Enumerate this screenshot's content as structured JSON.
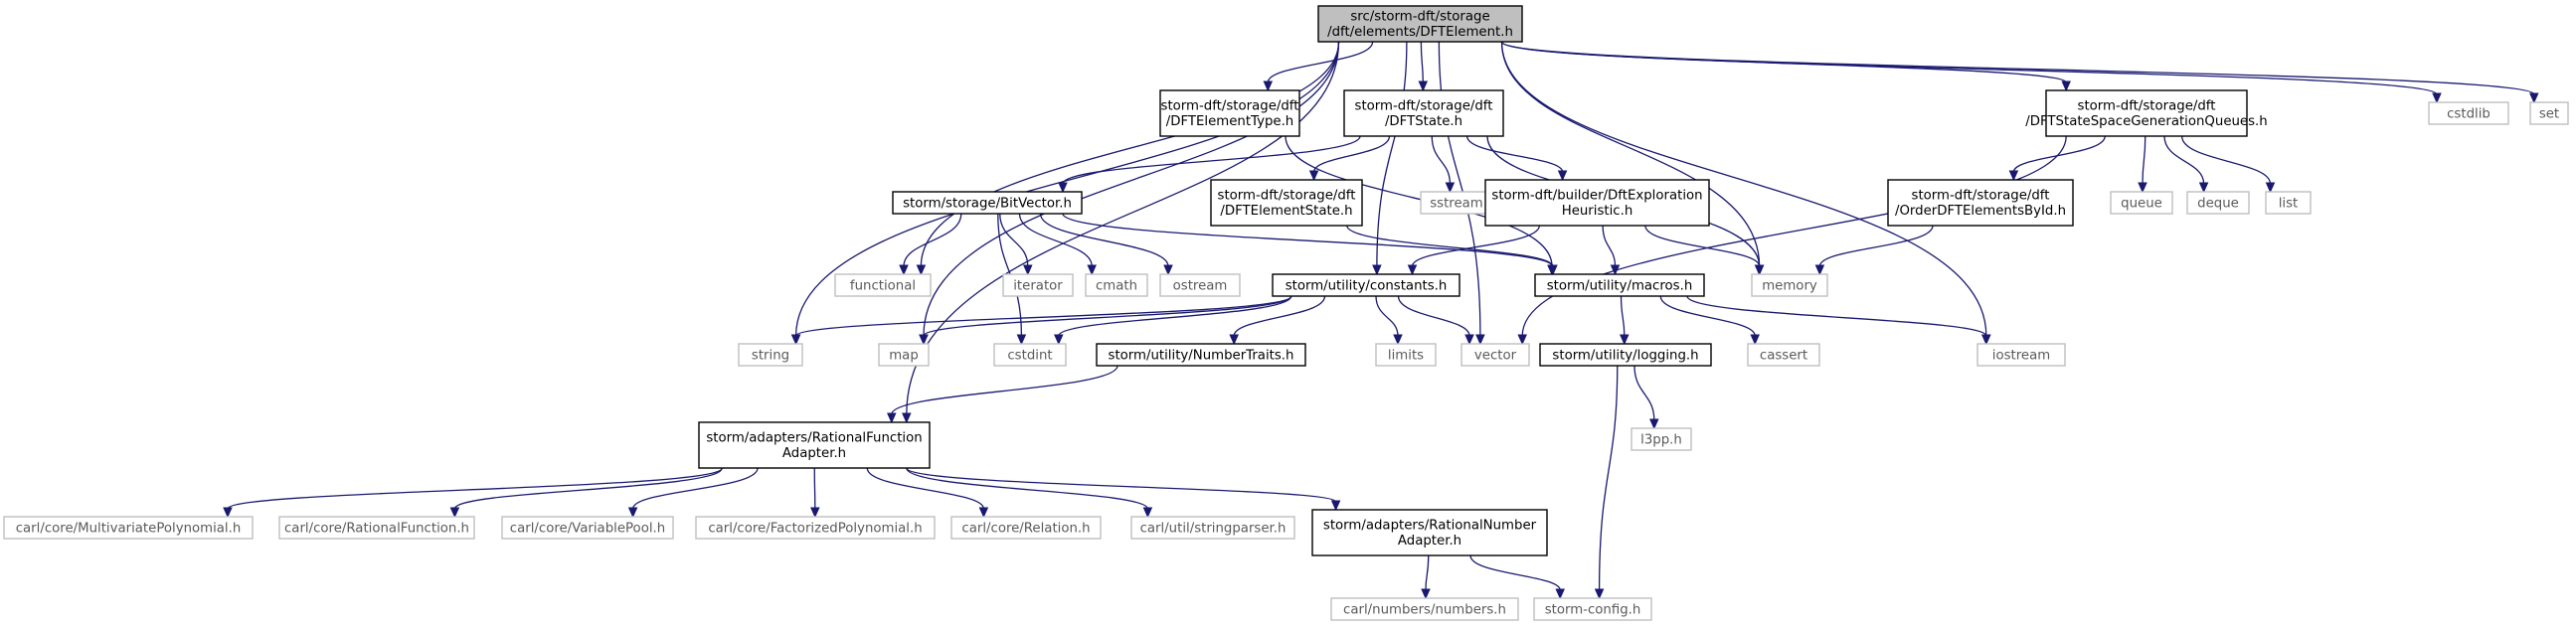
{
  "colors": {
    "edge": "#191970",
    "root_fill": "#bfbfbf",
    "local_border": "#000000",
    "system_border": "#bfbfbf",
    "system_text": "#5a5a5a"
  },
  "nodes": [
    {
      "id": "root",
      "kind": "root",
      "lines": [
        "src/storm-dft/storage",
        "/dft/elements/DFTElement.h"
      ]
    },
    {
      "id": "elementtype",
      "kind": "local",
      "lines": [
        "storm-dft/storage/dft",
        "/DFTElementType.h"
      ]
    },
    {
      "id": "dftstate",
      "kind": "local",
      "lines": [
        "storm-dft/storage/dft",
        "/DFTState.h"
      ]
    },
    {
      "id": "queues",
      "kind": "local",
      "lines": [
        "storm-dft/storage/dft",
        "/DFTStateSpaceGenerationQueues.h"
      ]
    },
    {
      "id": "cstdlib",
      "kind": "system",
      "lines": [
        "cstdlib"
      ]
    },
    {
      "id": "set",
      "kind": "system",
      "lines": [
        "set"
      ]
    },
    {
      "id": "bitvector",
      "kind": "local",
      "lines": [
        "storm/storage/BitVector.h"
      ]
    },
    {
      "id": "elementstate",
      "kind": "local",
      "lines": [
        "storm-dft/storage/dft",
        "/DFTElementState.h"
      ]
    },
    {
      "id": "sstream",
      "kind": "system",
      "lines": [
        "sstream"
      ]
    },
    {
      "id": "heuristic",
      "kind": "local",
      "lines": [
        "storm-dft/builder/DftExploration",
        "Heuristic.h"
      ]
    },
    {
      "id": "orderbyid",
      "kind": "local",
      "lines": [
        "storm-dft/storage/dft",
        "/OrderDFTElementsById.h"
      ]
    },
    {
      "id": "queue",
      "kind": "system",
      "lines": [
        "queue"
      ]
    },
    {
      "id": "deque",
      "kind": "system",
      "lines": [
        "deque"
      ]
    },
    {
      "id": "list",
      "kind": "system",
      "lines": [
        "list"
      ]
    },
    {
      "id": "functional",
      "kind": "system",
      "lines": [
        "functional"
      ]
    },
    {
      "id": "iterator",
      "kind": "system",
      "lines": [
        "iterator"
      ]
    },
    {
      "id": "cmath",
      "kind": "system",
      "lines": [
        "cmath"
      ]
    },
    {
      "id": "ostream",
      "kind": "system",
      "lines": [
        "ostream"
      ]
    },
    {
      "id": "constants",
      "kind": "local",
      "lines": [
        "storm/utility/constants.h"
      ]
    },
    {
      "id": "macros",
      "kind": "local",
      "lines": [
        "storm/utility/macros.h"
      ]
    },
    {
      "id": "memory",
      "kind": "system",
      "lines": [
        "memory"
      ]
    },
    {
      "id": "string",
      "kind": "system",
      "lines": [
        "string"
      ]
    },
    {
      "id": "map",
      "kind": "system",
      "lines": [
        "map"
      ]
    },
    {
      "id": "cstdint",
      "kind": "system",
      "lines": [
        "cstdint"
      ]
    },
    {
      "id": "numbertraits",
      "kind": "local",
      "lines": [
        "storm/utility/NumberTraits.h"
      ]
    },
    {
      "id": "limits",
      "kind": "system",
      "lines": [
        "limits"
      ]
    },
    {
      "id": "vector",
      "kind": "system",
      "lines": [
        "vector"
      ]
    },
    {
      "id": "logging",
      "kind": "local",
      "lines": [
        "storm/utility/logging.h"
      ]
    },
    {
      "id": "cassert",
      "kind": "system",
      "lines": [
        "cassert"
      ]
    },
    {
      "id": "iostream",
      "kind": "system",
      "lines": [
        "iostream"
      ]
    },
    {
      "id": "l3pp",
      "kind": "system",
      "lines": [
        "l3pp.h"
      ]
    },
    {
      "id": "rfadapter",
      "kind": "local",
      "lines": [
        "storm/adapters/RationalFunction",
        "Adapter.h"
      ]
    },
    {
      "id": "multivar",
      "kind": "system",
      "lines": [
        "carl/core/MultivariatePolynomial.h"
      ]
    },
    {
      "id": "ratfunc",
      "kind": "system",
      "lines": [
        "carl/core/RationalFunction.h"
      ]
    },
    {
      "id": "varpool",
      "kind": "system",
      "lines": [
        "carl/core/VariablePool.h"
      ]
    },
    {
      "id": "factpoly",
      "kind": "system",
      "lines": [
        "carl/core/FactorizedPolynomial.h"
      ]
    },
    {
      "id": "relation",
      "kind": "system",
      "lines": [
        "carl/core/Relation.h"
      ]
    },
    {
      "id": "stringparser",
      "kind": "system",
      "lines": [
        "carl/util/stringparser.h"
      ]
    },
    {
      "id": "rnadapter",
      "kind": "local",
      "lines": [
        "storm/adapters/RationalNumber",
        "Adapter.h"
      ]
    },
    {
      "id": "numbers",
      "kind": "system",
      "lines": [
        "carl/numbers/numbers.h"
      ]
    },
    {
      "id": "stormconfig",
      "kind": "system",
      "lines": [
        "storm-config.h"
      ]
    }
  ],
  "edges": [
    [
      "root",
      "elementtype"
    ],
    [
      "root",
      "dftstate"
    ],
    [
      "root",
      "queues"
    ],
    [
      "root",
      "cstdlib"
    ],
    [
      "root",
      "set"
    ],
    [
      "root",
      "functional"
    ],
    [
      "root",
      "constants"
    ],
    [
      "root",
      "memory"
    ],
    [
      "root",
      "string"
    ],
    [
      "root",
      "map"
    ],
    [
      "root",
      "vector"
    ],
    [
      "root",
      "iostream"
    ],
    [
      "root",
      "rfadapter"
    ],
    [
      "elementtype",
      "macros"
    ],
    [
      "dftstate",
      "bitvector"
    ],
    [
      "dftstate",
      "elementstate"
    ],
    [
      "dftstate",
      "sstream"
    ],
    [
      "dftstate",
      "heuristic"
    ],
    [
      "dftstate",
      "memory"
    ],
    [
      "queues",
      "orderbyid"
    ],
    [
      "queues",
      "queue"
    ],
    [
      "queues",
      "deque"
    ],
    [
      "queues",
      "list"
    ],
    [
      "queues",
      "vector"
    ],
    [
      "bitvector",
      "functional"
    ],
    [
      "bitvector",
      "iterator"
    ],
    [
      "bitvector",
      "cmath"
    ],
    [
      "bitvector",
      "ostream"
    ],
    [
      "bitvector",
      "cstdint"
    ],
    [
      "bitvector",
      "macros"
    ],
    [
      "elementstate",
      "macros"
    ],
    [
      "heuristic",
      "constants"
    ],
    [
      "heuristic",
      "macros"
    ],
    [
      "heuristic",
      "memory"
    ],
    [
      "orderbyid",
      "memory"
    ],
    [
      "constants",
      "string"
    ],
    [
      "constants",
      "map"
    ],
    [
      "constants",
      "cstdint"
    ],
    [
      "constants",
      "numbertraits"
    ],
    [
      "constants",
      "limits"
    ],
    [
      "constants",
      "vector"
    ],
    [
      "macros",
      "logging"
    ],
    [
      "macros",
      "cassert"
    ],
    [
      "macros",
      "iostream"
    ],
    [
      "numbertraits",
      "rfadapter"
    ],
    [
      "logging",
      "l3pp"
    ],
    [
      "logging",
      "stormconfig"
    ],
    [
      "rfadapter",
      "multivar"
    ],
    [
      "rfadapter",
      "ratfunc"
    ],
    [
      "rfadapter",
      "varpool"
    ],
    [
      "rfadapter",
      "factpoly"
    ],
    [
      "rfadapter",
      "relation"
    ],
    [
      "rfadapter",
      "stringparser"
    ],
    [
      "rfadapter",
      "rnadapter"
    ],
    [
      "rnadapter",
      "numbers"
    ],
    [
      "rnadapter",
      "stormconfig"
    ]
  ]
}
